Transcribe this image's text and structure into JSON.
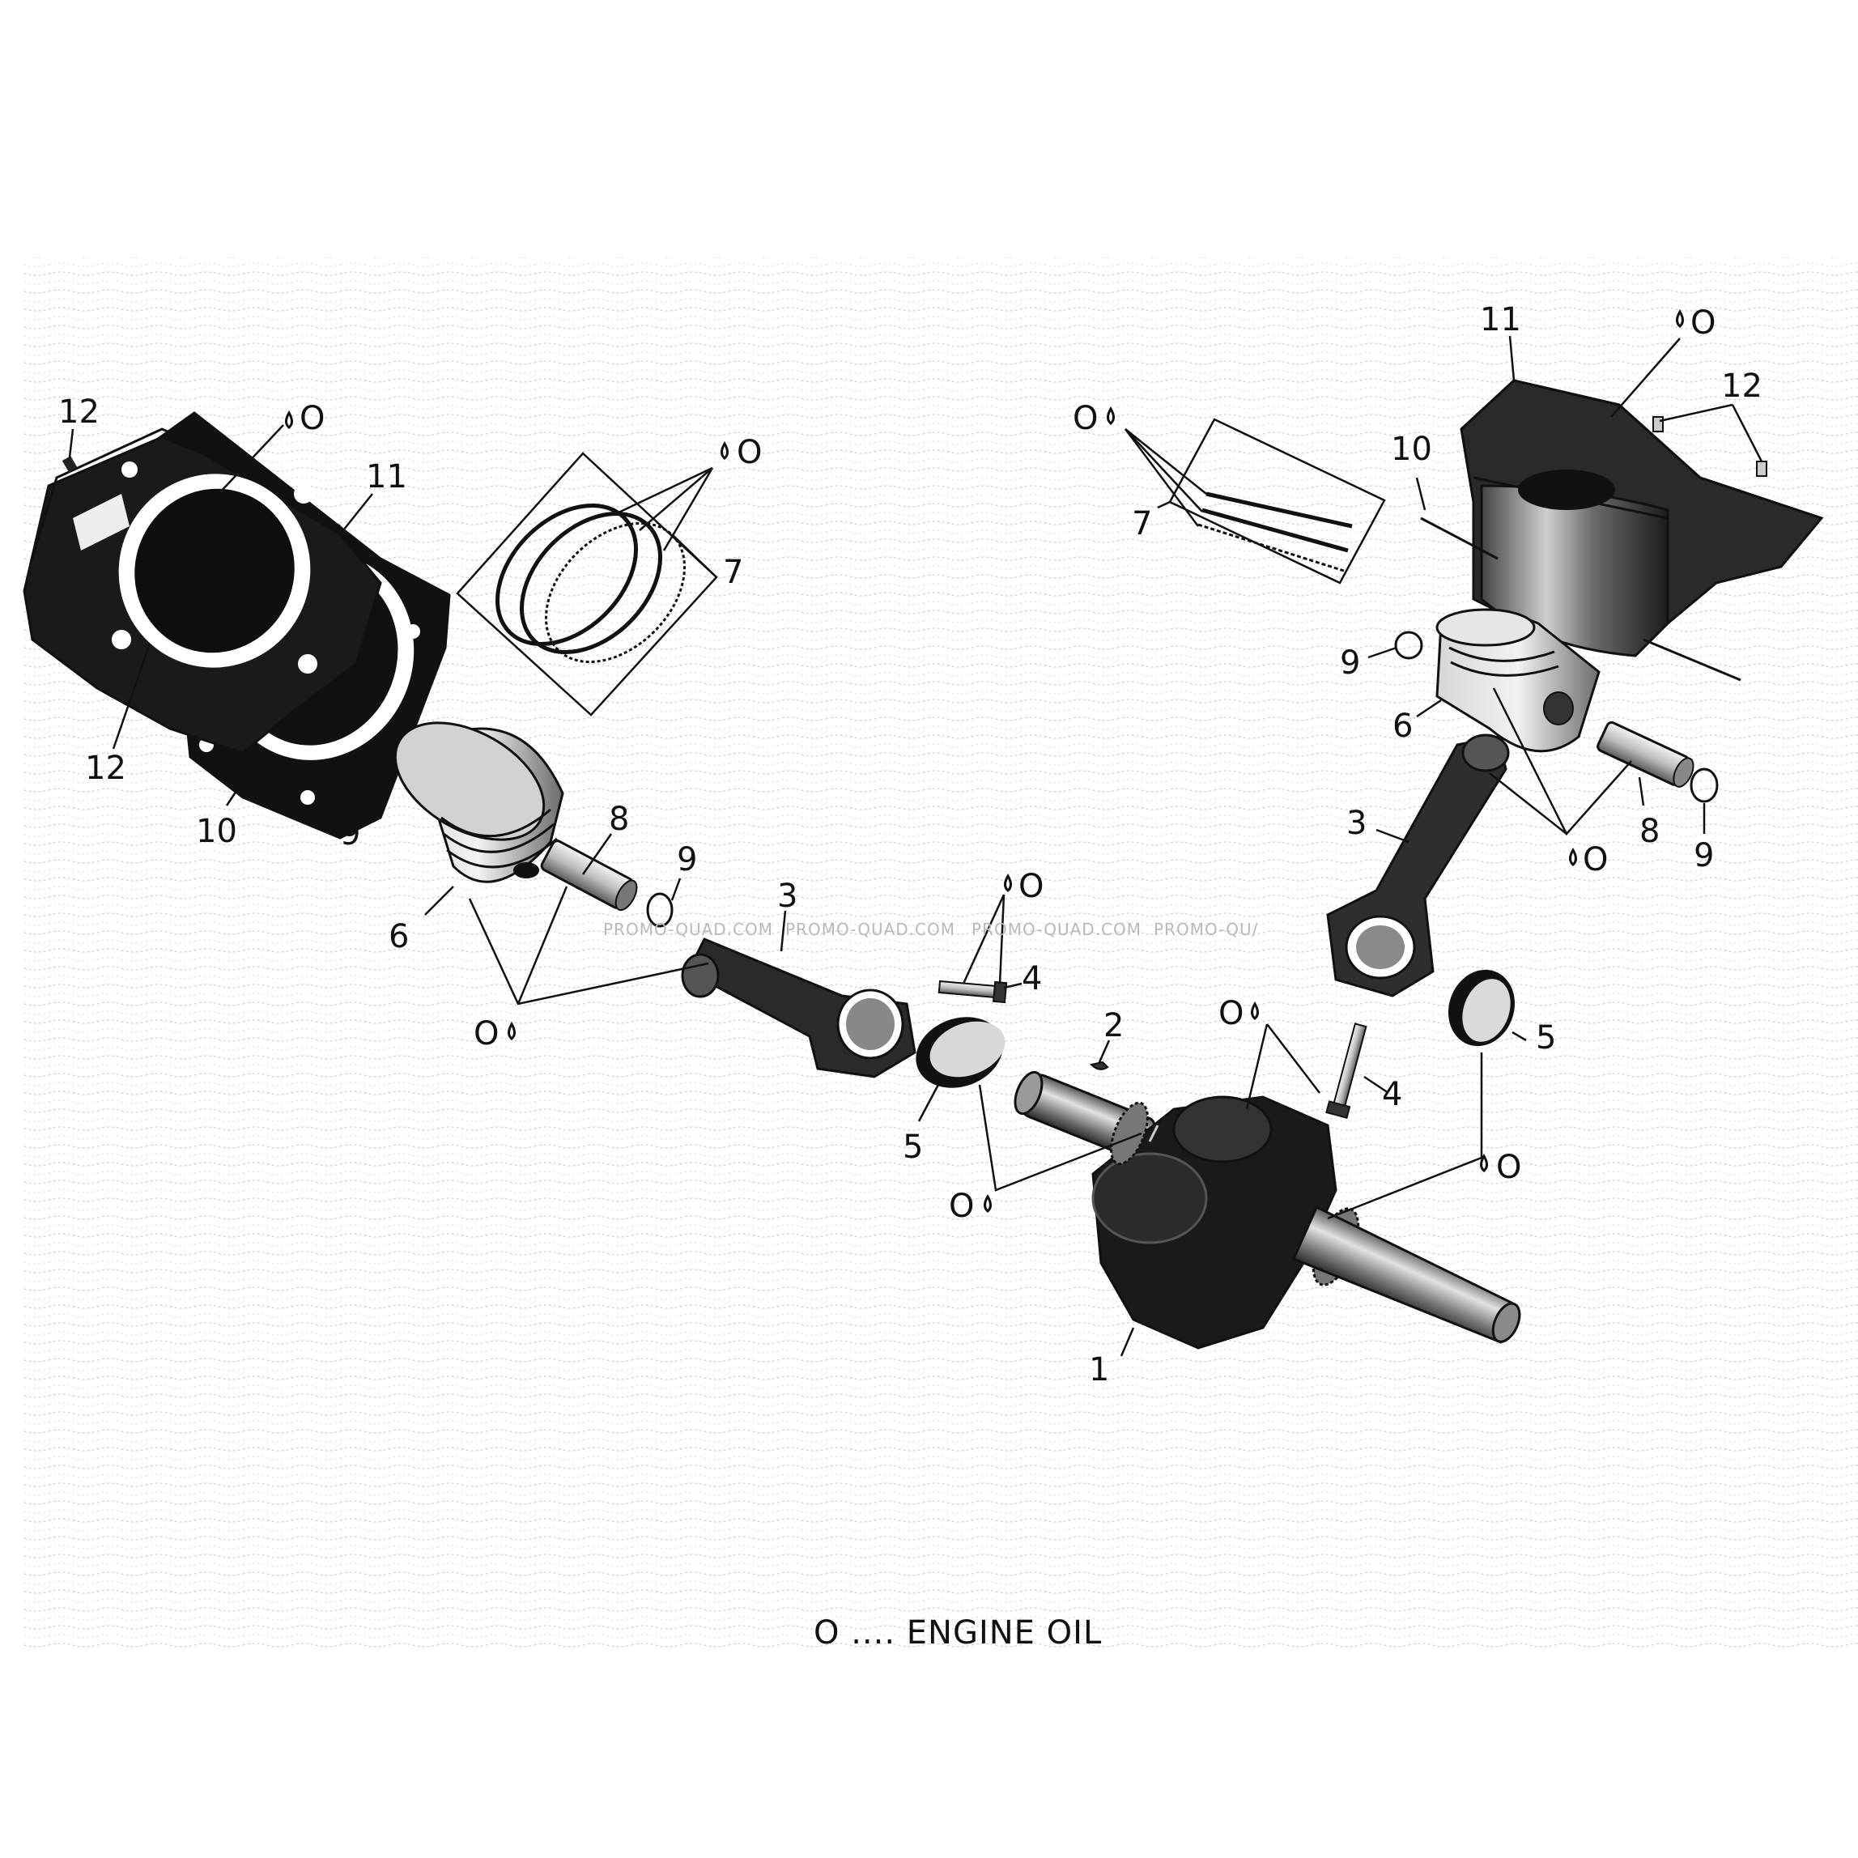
{
  "legend": {
    "text": "O .... ENGINE OIL",
    "oil_symbol_letter": "O"
  },
  "watermark": {
    "text_1": "PROMO-QUAD.COM",
    "text_2": "PROMO-QUAD.COM",
    "text_3": "PROMO-QUAD.COM",
    "text_4": "PROMO-QU/"
  },
  "callouts": {
    "left_12_top": "12",
    "left_11": "11",
    "left_12_bottom": "12",
    "left_10": "10",
    "left_9_a": "9",
    "left_9_b": "9",
    "left_8": "8",
    "left_7": "7",
    "left_6": "6",
    "left_3": "3",
    "left_4": "4",
    "left_5": "5",
    "center_2": "2",
    "center_1": "1",
    "right_11": "11",
    "right_12": "12",
    "right_10": "10",
    "right_7": "7",
    "right_9_a": "9",
    "right_9_b": "9",
    "right_6": "6",
    "right_8": "8",
    "right_3": "3",
    "right_4": "4",
    "right_5": "5"
  },
  "oil_marks": {
    "cyl_left": "O",
    "rings_left": "O",
    "rings_right": "O",
    "cyl_right": "O",
    "piston_left": "O",
    "bolt_left": "O",
    "piston_right": "O",
    "bolt_right": "O",
    "bearing_left": "O",
    "bearing_right": "O"
  },
  "colors": {
    "ink": "#111111",
    "background": "#ffffff",
    "texture": "#c8c8c8",
    "watermark": "#b9b9b9"
  }
}
